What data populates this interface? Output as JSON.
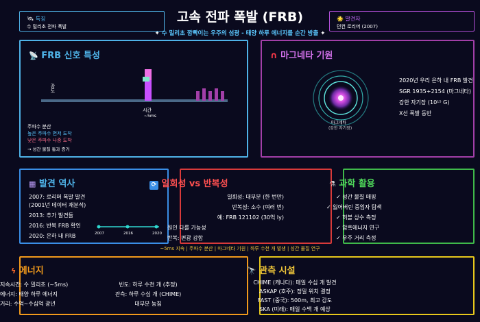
{
  "title": "고속 전파 폭발 (FRB)",
  "subtitle": "수 밀리초 깜빡이는 우주의 섬광 - 태양 하루 에너지를 순간 방출",
  "corner_left": {
    "label": "특징",
    "value": "수 밀리초 전파 폭발"
  },
  "corner_right": {
    "label": "발견자",
    "value": "던컨 로리머 (2007)"
  },
  "signal_panel": {
    "title": "FRB 신호 특성",
    "y_label": "강도",
    "x_label": "시간",
    "pulse_label": "~5ms",
    "legend_title": "주파수 분산",
    "legend_high": "높은 주파수 먼저 도착",
    "legend_low": "낮은 주파수 나중 도착",
    "legend_note": "→ 성간 물질 통과 증거"
  },
  "magnetar_panel": {
    "title": "마그네타 기원",
    "core_label": "마그네타",
    "core_sub": "(강한 자기장)",
    "facts": [
      "2020년 우리 은하 내 FRB 발견",
      "SGR 1935+2154 (마그네타)",
      "강한 자기장 (10¹⁵ G)",
      "X선 폭발 동반"
    ]
  },
  "history_panel": {
    "title": "발견 역사",
    "events": [
      "2007: 로리머 폭발 발견",
      "(2001년 데이터 재분석)",
      "2013: 추가 발견들",
      "2016: 반복 FRB 확인",
      "2020: 은하 내 FRB"
    ],
    "timeline_years": [
      "2007",
      "2016",
      "2020"
    ]
  },
  "repeat_panel": {
    "title": "일회성 vs 반복성",
    "lines": [
      "일회성: 대부분 (한 번만)",
      "반복성: 소수 (여러 번)",
      "예: FRB 121102 (30억 ly)",
      "원인 다를 가능성",
      "반복: 편광 강함"
    ]
  },
  "science_panel": {
    "title": "과학 활용",
    "items": [
      "✓ 성간 물질 매핑",
      "✓ 잃어버린 중입자 탐색",
      "✓ 허블 상수 측정",
      "✓ 암흑에너지 연구",
      "✓ 우주 거리 측정"
    ]
  },
  "ticker": "~5ms 지속 | 주파수 분산 | 마그네타 기원 | 하루 수천 개 발생 | 성간 물질 연구",
  "energy_panel": {
    "title": "에너지",
    "left": [
      "지속시간: 수 밀리초 (~5ms)",
      "에너지: 태양 하루 에너지",
      "거리: 수억~수십억 광년"
    ],
    "right": [
      "빈도: 하루 수천 개 (추정)",
      "관측: 하루 수십 개 (CHIME)",
      "대부분 농침"
    ]
  },
  "facility_panel": {
    "title": "관측 시설",
    "lines": [
      "CHIME (캐나다): 매일 수십 개 발견",
      "ASKAP (호주): 정밀 위치 결정",
      "FAST (중국): 500m, 최고 감도",
      "SKA (미래): 매일 수백 개 예상"
    ]
  },
  "colors": {
    "background": "#0a0a1e",
    "signal": "#4fb3e8",
    "magnetar": "#a23fa8",
    "history": "#3a8ee6",
    "repeat": "#d83a3a",
    "science": "#3fb84a",
    "energy": "#f29a1c",
    "facility": "#e8c81c",
    "pulse": "#c850ff"
  }
}
